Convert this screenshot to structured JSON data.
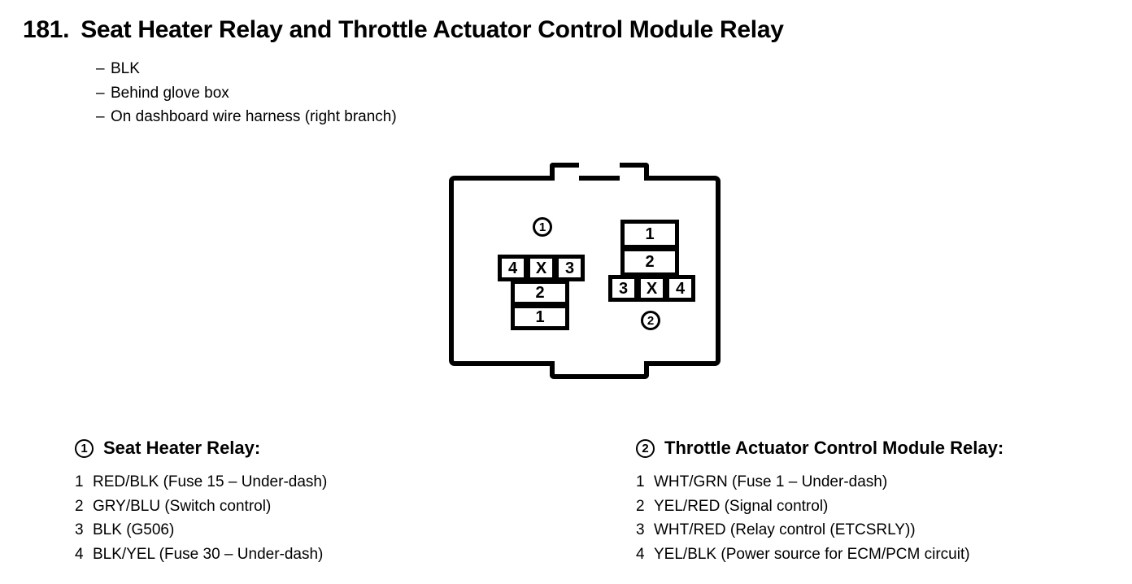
{
  "header": {
    "number": "181.",
    "title": "Seat Heater Relay and Throttle Actuator Control Module Relay",
    "locations": [
      "BLK",
      "Behind glove box",
      "On dashboard wire harness (right branch)"
    ],
    "bullet_dash": "–"
  },
  "figure": {
    "relay_1": {
      "callout": "1",
      "top_row": [
        "4",
        "X",
        "3"
      ],
      "column": [
        "2",
        "1"
      ]
    },
    "relay_2": {
      "callout": "2",
      "column": [
        "1",
        "2"
      ],
      "bottom_row": [
        "3",
        "X",
        "4"
      ]
    }
  },
  "legends": [
    {
      "callout": "1",
      "title": "Seat Heater Relay:",
      "rows": [
        {
          "pin": "1",
          "text": "RED/BLK (Fuse 15 – Under-dash)"
        },
        {
          "pin": "2",
          "text": "GRY/BLU (Switch control)"
        },
        {
          "pin": "3",
          "text": "BLK (G506)"
        },
        {
          "pin": "4",
          "text": "BLK/YEL (Fuse 30 – Under-dash)"
        }
      ]
    },
    {
      "callout": "2",
      "title": "Throttle Actuator Control Module Relay:",
      "rows": [
        {
          "pin": "1",
          "text": "WHT/GRN (Fuse 1 – Under-dash)"
        },
        {
          "pin": "2",
          "text": "YEL/RED (Signal control)"
        },
        {
          "pin": "3",
          "text": "WHT/RED (Relay control (ETCSRLY))"
        },
        {
          "pin": "4",
          "text": "YEL/BLK (Power source for ECM/PCM circuit)"
        }
      ]
    }
  ],
  "colors": {
    "ink": "#000000",
    "paper": "#ffffff"
  }
}
